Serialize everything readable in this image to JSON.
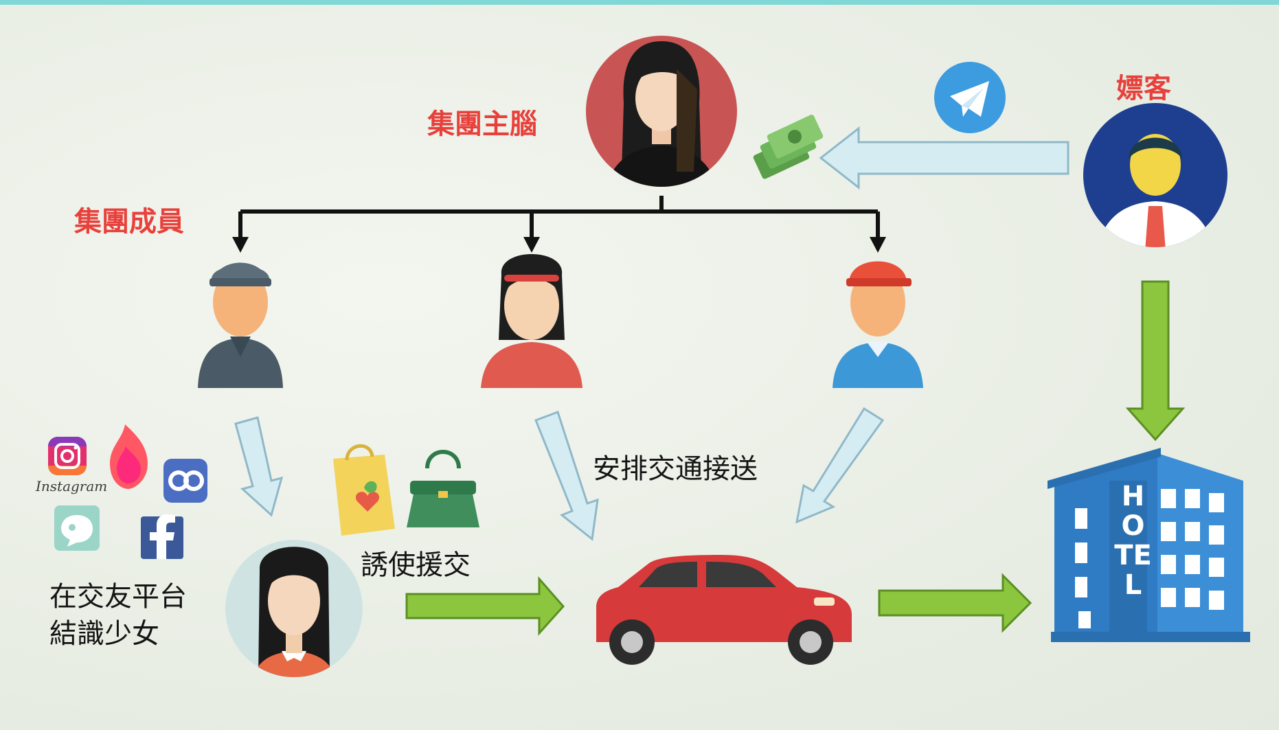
{
  "labels": {
    "boss": "集團主腦",
    "members": "集團成員",
    "client": "嫖客",
    "transport": "安排交通接送",
    "induce": "誘使援交",
    "platform_line1": "在交友平台",
    "platform_line2": "結識少女",
    "hotel_sign": "HOTEL",
    "instagram": "Instagram"
  },
  "colors": {
    "label_red": "#e8403b",
    "arrow_green": "#8cc63f",
    "arrow_blue": "#d6ecf3",
    "car_red": "#d63a3a",
    "hotel_blue": "#2f7bc4",
    "top_bar": "#7fd8d5"
  },
  "icons": [
    "boss-avatar",
    "client-avatar",
    "telegram-icon",
    "money-icon",
    "member-avatar-gray",
    "member-avatar-female",
    "member-avatar-red",
    "girl-avatar",
    "instagram-icon",
    "tinder-icon",
    "cb-app-icon",
    "chat-app-icon",
    "facebook-icon",
    "shopping-bag-icon",
    "handbag-icon",
    "car-icon",
    "hotel-icon"
  ]
}
